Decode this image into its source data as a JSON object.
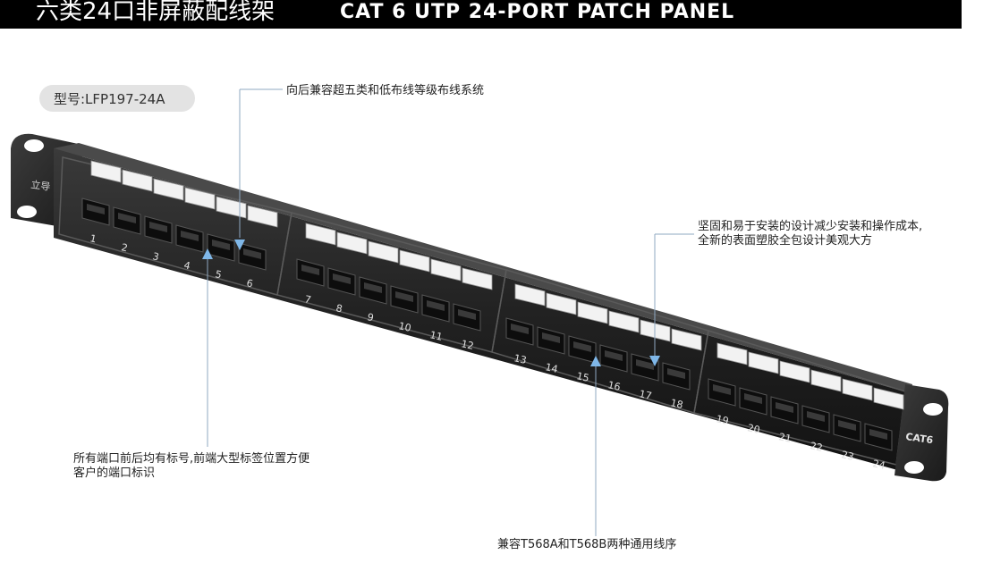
{
  "header": {
    "title_zh": "六类24口非屏蔽配线架",
    "title_en": "CAT 6 UTP 24-PORT PATCH PANEL"
  },
  "model": {
    "label": "型号:LFP197-24A"
  },
  "panel": {
    "brand_label": "立导",
    "cat_label": "CAT6",
    "port_numbers": [
      "1",
      "2",
      "3",
      "4",
      "5",
      "6",
      "7",
      "8",
      "9",
      "10",
      "11",
      "12",
      "13",
      "14",
      "15",
      "16",
      "17",
      "18",
      "19",
      "20",
      "21",
      "22",
      "23",
      "24"
    ]
  },
  "callouts": {
    "compat_down": "向后兼容超五类和低布线等级布线系统",
    "design_line1": "坚固和易于安装的设计减少安装和操作成本,",
    "design_line2": "全新的表面塑胶全包设计美观大方",
    "label_line1": "所有端口前后均有标号,前端大型标签位置方便",
    "label_line2": "客户的端口标识",
    "wiring": "兼容T568A和T568B两种通用线序"
  },
  "colors": {
    "header_bg": "#000000",
    "panel_body": "#2b2b2b",
    "leader_line": "#8fa8c2",
    "arrow": "#7fb7e8"
  }
}
